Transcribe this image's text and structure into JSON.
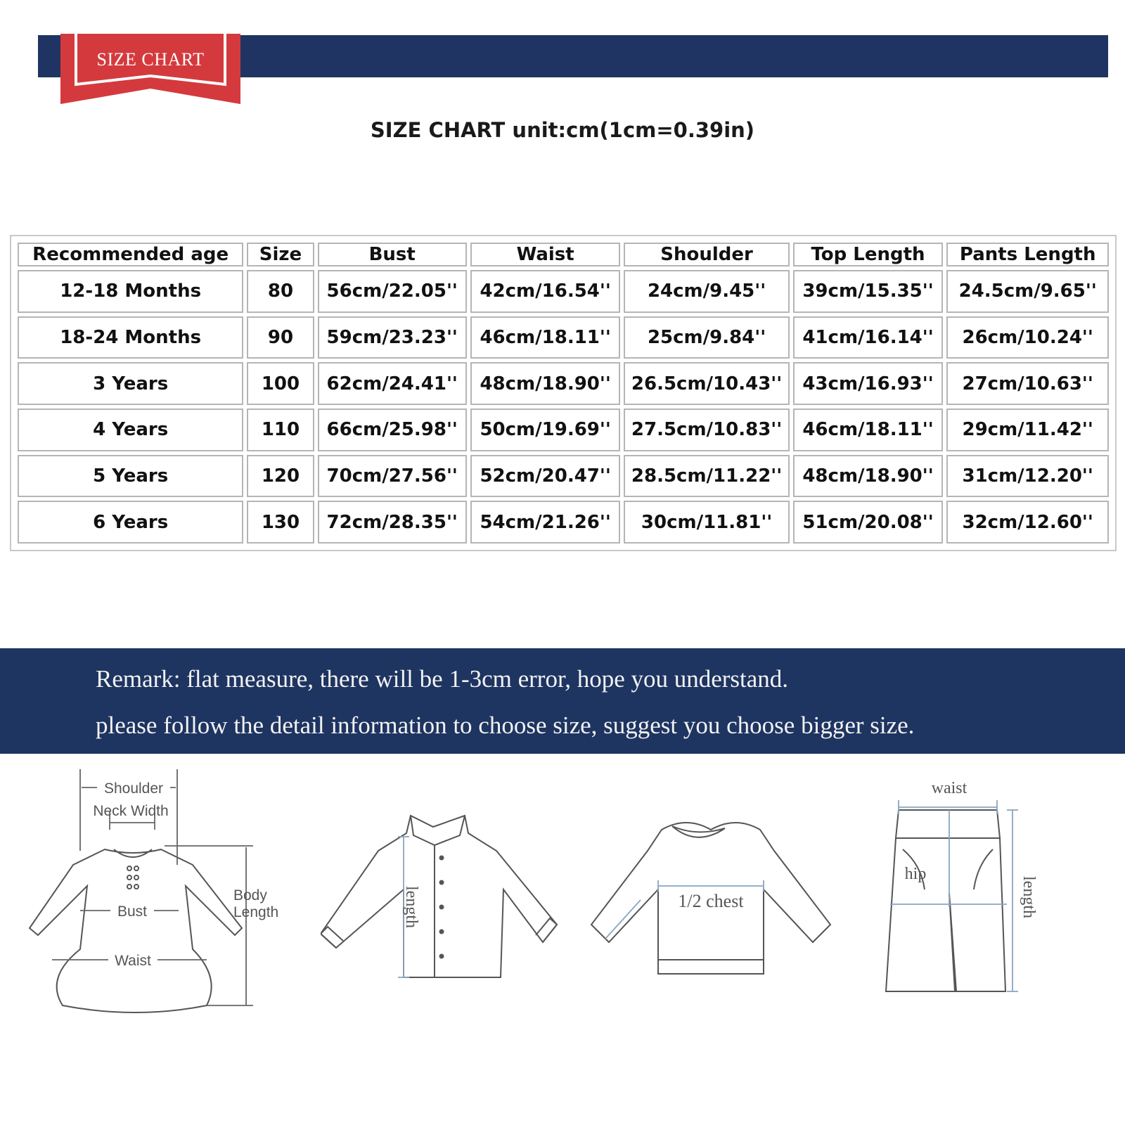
{
  "header": {
    "badge_label": "SIZE CHART",
    "subtitle": "SIZE CHART unit:cm(1cm=0.39in)",
    "colors": {
      "navy": "#1f3462",
      "ribbon_red": "#d43a3d"
    }
  },
  "size_table": {
    "columns": [
      "Recommended age",
      "Size",
      "Bust",
      "Waist",
      "Shoulder",
      "Top Length",
      "Pants Length"
    ],
    "rows": [
      [
        "12-18 Months",
        "80",
        "56cm/22.05''",
        "42cm/16.54''",
        "24cm/9.45''",
        "39cm/15.35''",
        "24.5cm/9.65''"
      ],
      [
        "18-24 Months",
        "90",
        "59cm/23.23''",
        "46cm/18.11''",
        "25cm/9.84''",
        "41cm/16.14''",
        "26cm/10.24''"
      ],
      [
        "3 Years",
        "100",
        "62cm/24.41''",
        "48cm/18.90''",
        "26.5cm/10.43''",
        "43cm/16.93''",
        "27cm/10.63''"
      ],
      [
        "4 Years",
        "110",
        "66cm/25.98''",
        "50cm/19.69''",
        "27.5cm/10.83''",
        "46cm/18.11''",
        "29cm/11.42''"
      ],
      [
        "5 Years",
        "120",
        "70cm/27.56''",
        "52cm/20.47''",
        "28.5cm/11.22''",
        "48cm/18.90''",
        "31cm/12.20''"
      ],
      [
        "6 Years",
        "130",
        "72cm/28.35''",
        "54cm/21.26''",
        "30cm/11.81''",
        "51cm/20.08''",
        "32cm/12.60''"
      ]
    ]
  },
  "remark": {
    "line1": "Remark: flat measure, there will be 1-3cm error, hope you understand.",
    "line2": "please follow the detail information to choose size, suggest you choose bigger size."
  },
  "illustrations": {
    "dress": {
      "shoulder": "Shoulder",
      "neck_width": "Neck Width",
      "bust": "Bust",
      "waist": "Waist",
      "body_length_1": "Body",
      "body_length_2": "Length"
    },
    "shirt": {
      "length": "length"
    },
    "sweater": {
      "chest": "1/2 chest"
    },
    "pants": {
      "waist": "waist",
      "hip": "hip",
      "length": "length"
    }
  }
}
